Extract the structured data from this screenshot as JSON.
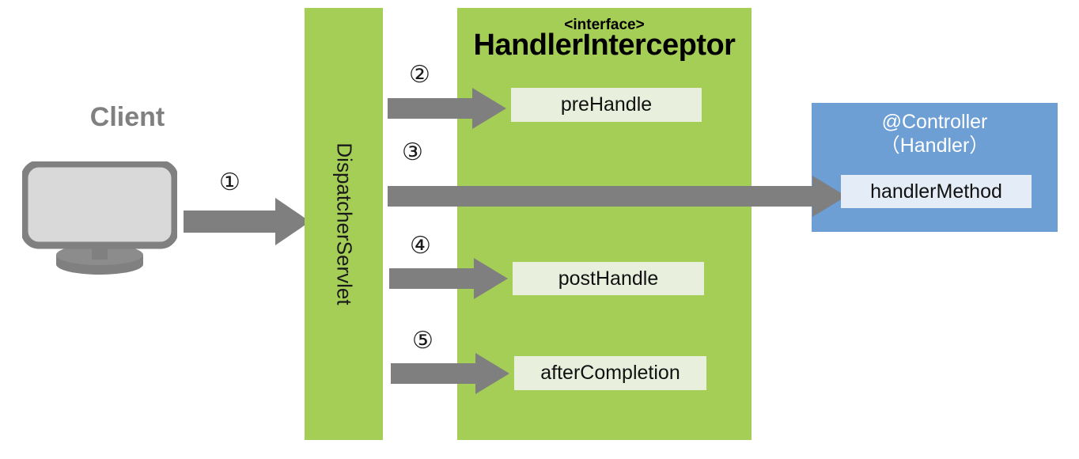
{
  "diagram": {
    "title": "Spring MVC HandlerInterceptor flow",
    "background": "#ffffff",
    "colors": {
      "green_panel": "#a5ce57",
      "blue_panel": "#6d9ed4",
      "arrow_gray": "#7f7f7f",
      "method_box": "#e8f0dd",
      "handler_box": "#e3ecf7",
      "client_gray": "#808080",
      "monitor_screen": "#d9d9d9"
    }
  },
  "client": {
    "label": "Client",
    "icon": "desktop-monitor-icon"
  },
  "dispatcher": {
    "label": "DispatcherServlet"
  },
  "interceptor": {
    "stereotype": "<interface>",
    "title": "HandlerInterceptor",
    "methods": [
      {
        "name": "preHandle"
      },
      {
        "name": "postHandle"
      },
      {
        "name": "afterCompletion"
      }
    ]
  },
  "controller": {
    "title_line1": "@Controller",
    "title_line2": "（Handler）",
    "method": "handlerMethod"
  },
  "steps": [
    {
      "number": "①",
      "from": "client",
      "to": "dispatcher"
    },
    {
      "number": "②",
      "from": "dispatcher",
      "to": "preHandle"
    },
    {
      "number": "③",
      "from": "dispatcher",
      "to": "handlerMethod"
    },
    {
      "number": "④",
      "from": "dispatcher",
      "to": "postHandle"
    },
    {
      "number": "⑤",
      "from": "dispatcher",
      "to": "afterCompletion"
    }
  ]
}
